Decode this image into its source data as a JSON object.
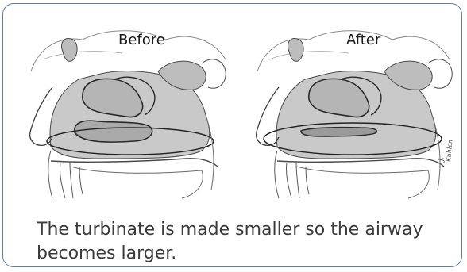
{
  "figure": {
    "panels": [
      {
        "label": "Before"
      },
      {
        "label": "After"
      }
    ],
    "caption": "The turbinate is made smaller so the airway becomes larger.",
    "signature": "J. Kuhlen"
  },
  "colors": {
    "border": "#5f7fa0",
    "cavity_gray": "#c9c9c9",
    "tissue_gray": "#bdbdbd",
    "outline": "#3a3a3a",
    "caption_text": "#3b3b3b"
  }
}
